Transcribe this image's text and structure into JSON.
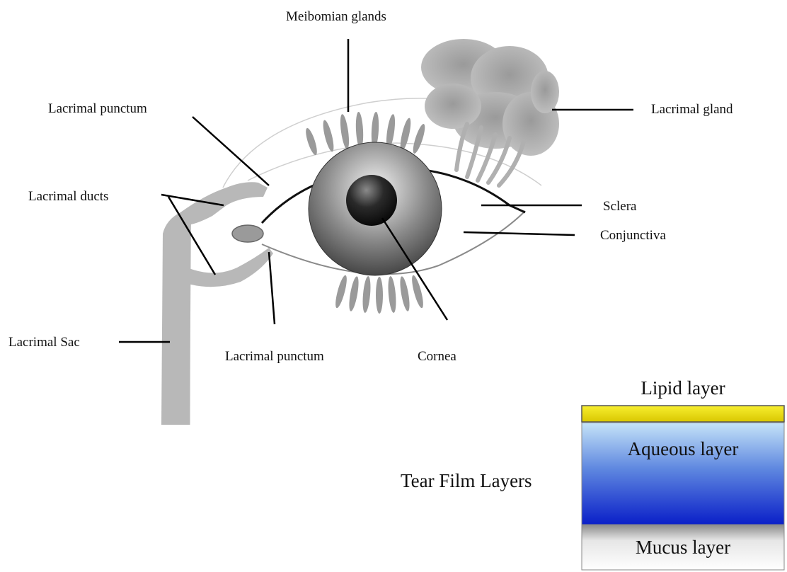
{
  "labels": {
    "meibomian": "Meibomian glands",
    "punctum_upper": "Lacrimal punctum",
    "lacrimal_gland": "Lacrimal gland",
    "ducts": "Lacrimal ducts",
    "sclera": "Sclera",
    "conjunctiva": "Conjunctiva",
    "sac": "Lacrimal Sac",
    "punctum_lower": "Lacrimal punctum",
    "cornea": "Cornea"
  },
  "tear_film": {
    "title": "Tear Film Layers",
    "lipid": "Lipid layer",
    "aqueous": "Aqueous layer",
    "mucus": "Mucus layer"
  },
  "colors": {
    "lipid": "#f2e200",
    "aqueous_top": "#c6e4f8",
    "aqueous_bottom": "#0a1fc8",
    "mucus_top": "#8a8a8a",
    "mucus_bottom": "#ffffff",
    "duct_gray": "#b8b8b8"
  }
}
